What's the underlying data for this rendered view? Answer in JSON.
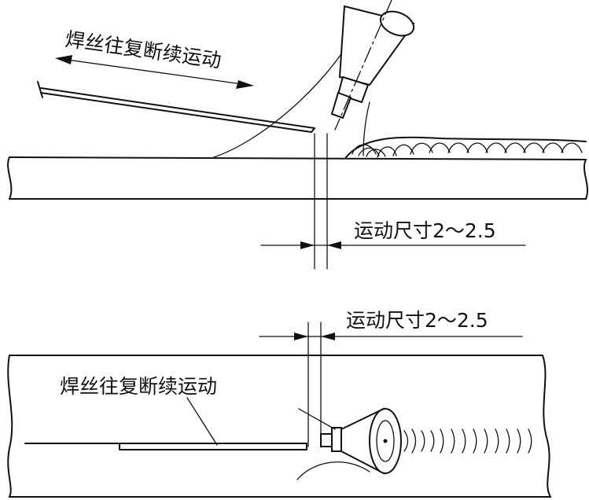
{
  "top_view": {
    "wire_motion_label": "焊丝往复断续运动",
    "dimension_label": "运动尺寸2～2.5"
  },
  "bottom_view": {
    "wire_motion_label": "焊丝往复断续运动",
    "dimension_label": "运动尺寸2～2.5"
  },
  "colors": {
    "line": "#111111",
    "background": "#ffffff"
  }
}
